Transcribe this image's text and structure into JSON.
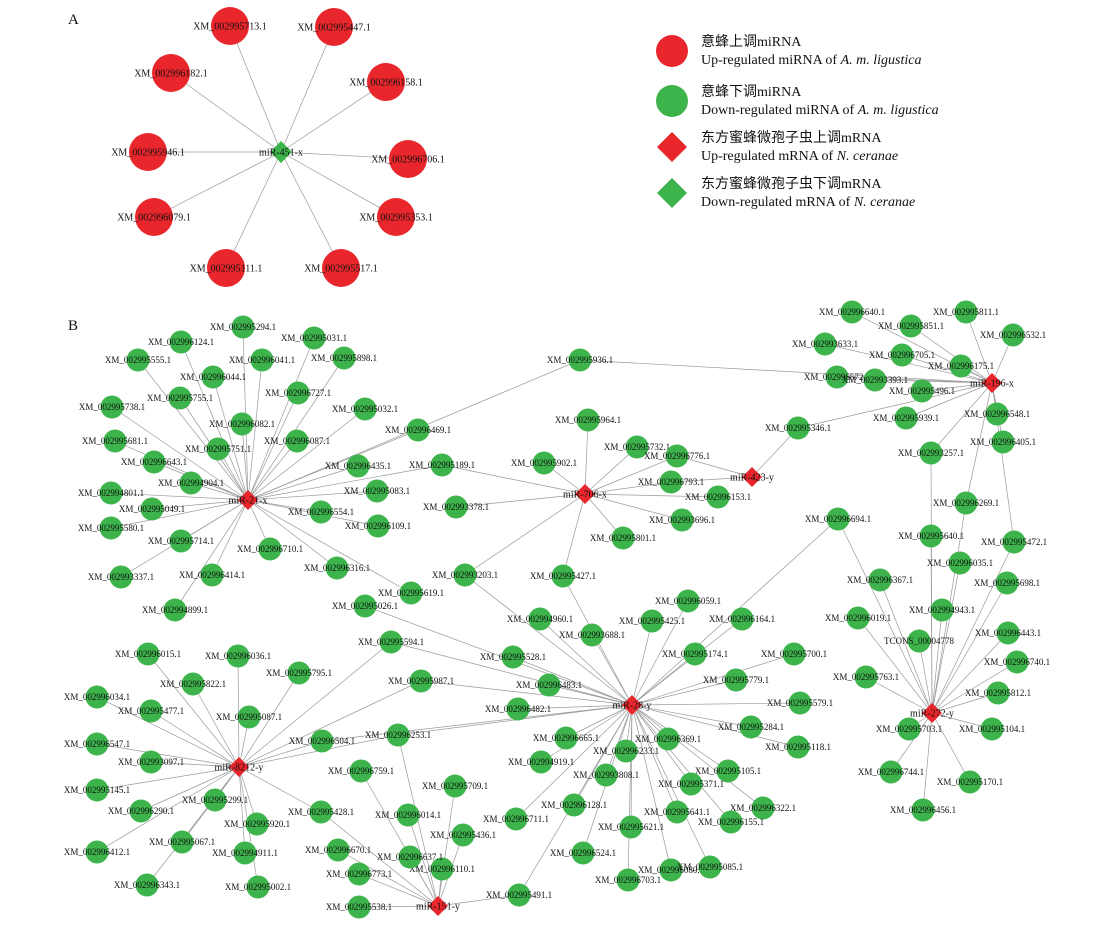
{
  "panel_labels": {
    "a": "A",
    "b": "B"
  },
  "colors": {
    "up": "#e8262b",
    "down": "#3cb44b",
    "edge": "#9a9a9a",
    "label": "#111111"
  },
  "legend": [
    {
      "shape": "circle",
      "color": "up",
      "zh": "意蜂上调miRNA",
      "en_pre": "Up-regulated miRNA of ",
      "en_italic": "A. m. ligustica"
    },
    {
      "shape": "circle",
      "color": "down",
      "zh": "意蜂下调miRNA",
      "en_pre": "Down-regulated miRNA of ",
      "en_italic": "A. m. ligustica"
    },
    {
      "shape": "diamond",
      "color": "up",
      "zh": "东方蜜蜂微孢子虫上调mRNA",
      "en_pre": "Up-regulated mRNA of ",
      "en_italic": "N. ceranae"
    },
    {
      "shape": "diamond",
      "color": "down",
      "zh": "东方蜜蜂微孢子虫下调mRNA",
      "en_pre": "Down-regulated mRNA of ",
      "en_italic": "N. ceranae"
    }
  ],
  "network_a": {
    "hub": {
      "id": "miR-451-x",
      "color": "down"
    },
    "targets": [
      {
        "id": "XM_002995713.1",
        "color": "up"
      },
      {
        "id": "XM_002995447.1",
        "color": "up"
      },
      {
        "id": "XM_002996182.1",
        "color": "up"
      },
      {
        "id": "XM_002996158.1",
        "color": "up"
      },
      {
        "id": "XM_002995946.1",
        "color": "up"
      },
      {
        "id": "XM_002996706.1",
        "color": "up"
      },
      {
        "id": "XM_002996079.1",
        "color": "up"
      },
      {
        "id": "XM_002995353.1",
        "color": "up"
      },
      {
        "id": "XM_002995111.1",
        "color": "up"
      },
      {
        "id": "XM_002995517.1",
        "color": "up"
      }
    ]
  },
  "network_b": {
    "hubs": [
      {
        "id": "miR-21-x",
        "color": "up"
      },
      {
        "id": "miR-706-x",
        "color": "up"
      },
      {
        "id": "miR-423-y",
        "color": "up"
      },
      {
        "id": "miR-196-x",
        "color": "up"
      },
      {
        "id": "miR-28-y",
        "color": "up"
      },
      {
        "id": "miR-8212-y",
        "color": "up"
      },
      {
        "id": "miR-151-y",
        "color": "up"
      },
      {
        "id": "miR-272-y",
        "color": "up"
      }
    ],
    "targets": [
      "XM_002995294.1",
      "XM_002996124.1",
      "XM_002995031.1",
      "XM_002995555.1",
      "XM_002996041.1",
      "XM_002995898.1",
      "XM_002996044.1",
      "XM_002995755.1",
      "XM_002996727.1",
      "XM_002995738.1",
      "XM_002995032.1",
      "XM_002996082.1",
      "XM_002996469.1",
      "XM_002995681.1",
      "XM_002995751.1",
      "XM_002996087.1",
      "XM_002996643.1",
      "XM_002996435.1",
      "XM_002994904.1",
      "XM_002995083.1",
      "XM_002994801.1",
      "XM_002995049.1",
      "XM_002996554.1",
      "XM_002995580.1",
      "XM_002996109.1",
      "XM_002995714.1",
      "XM_002996710.1",
      "XM_002993337.1",
      "XM_002996414.1",
      "XM_002994899.1",
      "XM_002995936.1",
      "XM_002995964.1",
      "XM_002995732.1",
      "XM_002995902.1",
      "XM_002996776.1",
      "XM_002995189.1",
      "XM_002996793.1",
      "XM_002993378.1",
      "XM_002996153.1",
      "XM_002993696.1",
      "XM_002995801.1",
      "XM_002996640.1",
      "XM_002995811.1",
      "XM_002995851.1",
      "XM_002996532.1",
      "XM_002993633.1",
      "XM_002996705.1",
      "XM_002996175.1",
      "XM_002996572.1",
      "XM_002993393.1",
      "XM_002995496.1",
      "XM_002996548.1",
      "XM_002995346.1",
      "XM_002995939.1",
      "XM_002996405.1",
      "XM_002993257.1",
      "XM_002996269.1",
      "XM_002996694.1",
      "XM_002996316.1",
      "XM_002993203.1",
      "XM_002995427.1",
      "XM_002995619.1",
      "XM_002995026.1",
      "XM_002995594.1",
      "XM_002996059.1",
      "XM_002994960.1",
      "XM_002995425.1",
      "XM_002996164.1",
      "XM_002993688.1",
      "XM_002995528.1",
      "XM_002995174.1",
      "XM_002995700.1",
      "XM_002995779.1",
      "XM_002996483.1",
      "XM_002995987.1",
      "XM_002996482.1",
      "XM_002995579.1",
      "XM_002995284.1",
      "XM_002996665.1",
      "XM_002996369.1",
      "XM_002995118.1",
      "XM_002996253.1",
      "XM_002996233.1",
      "XM_002994919.1",
      "XM_002996504.1",
      "XM_002995105.1",
      "XM_002995371.1",
      "XM_002993808.1",
      "XM_002996322.1",
      "XM_002995641.1",
      "XM_002996128.1",
      "XM_002996155.1",
      "XM_002996711.1",
      "XM_002995621.1",
      "XM_002996524.1",
      "XM_002996703.1",
      "XM_002996080.1",
      "XM_002995085.1",
      "XM_002995491.1",
      "XM_002996110.1",
      "XM_002996637.1",
      "XM_002995436.1",
      "XM_002996759.1",
      "XM_002995709.1",
      "XM_002996014.1",
      "XM_002996670.1",
      "XM_002996773.1",
      "XM_002995538.1",
      "XM_002996015.1",
      "XM_002996036.1",
      "XM_002995795.1",
      "XM_002995822.1",
      "XM_002996034.1",
      "XM_002995477.1",
      "XM_002995087.1",
      "XM_002996547.1",
      "XM_002993097.1",
      "XM_002995145.1",
      "XM_002995299.1",
      "XM_002996290.1",
      "XM_002995428.1",
      "XM_002995920.1",
      "XM_002996412.1",
      "XM_002995067.1",
      "XM_002994911.1",
      "XM_002996343.1",
      "XM_002995002.1",
      "XM_002995640.1",
      "XM_002995472.1",
      "XM_002996035.1",
      "XM_002996367.1",
      "XM_002995698.1",
      "XM_002994943.1",
      "XM_002996019.1",
      "TCONS_00004778",
      "XM_002996443.1",
      "XM_002996740.1",
      "XM_002995763.1",
      "XM_002995812.1",
      "XM_002995703.1",
      "XM_002995104.1",
      "XM_002996744.1",
      "XM_002995170.1",
      "XM_002996456.1"
    ]
  }
}
